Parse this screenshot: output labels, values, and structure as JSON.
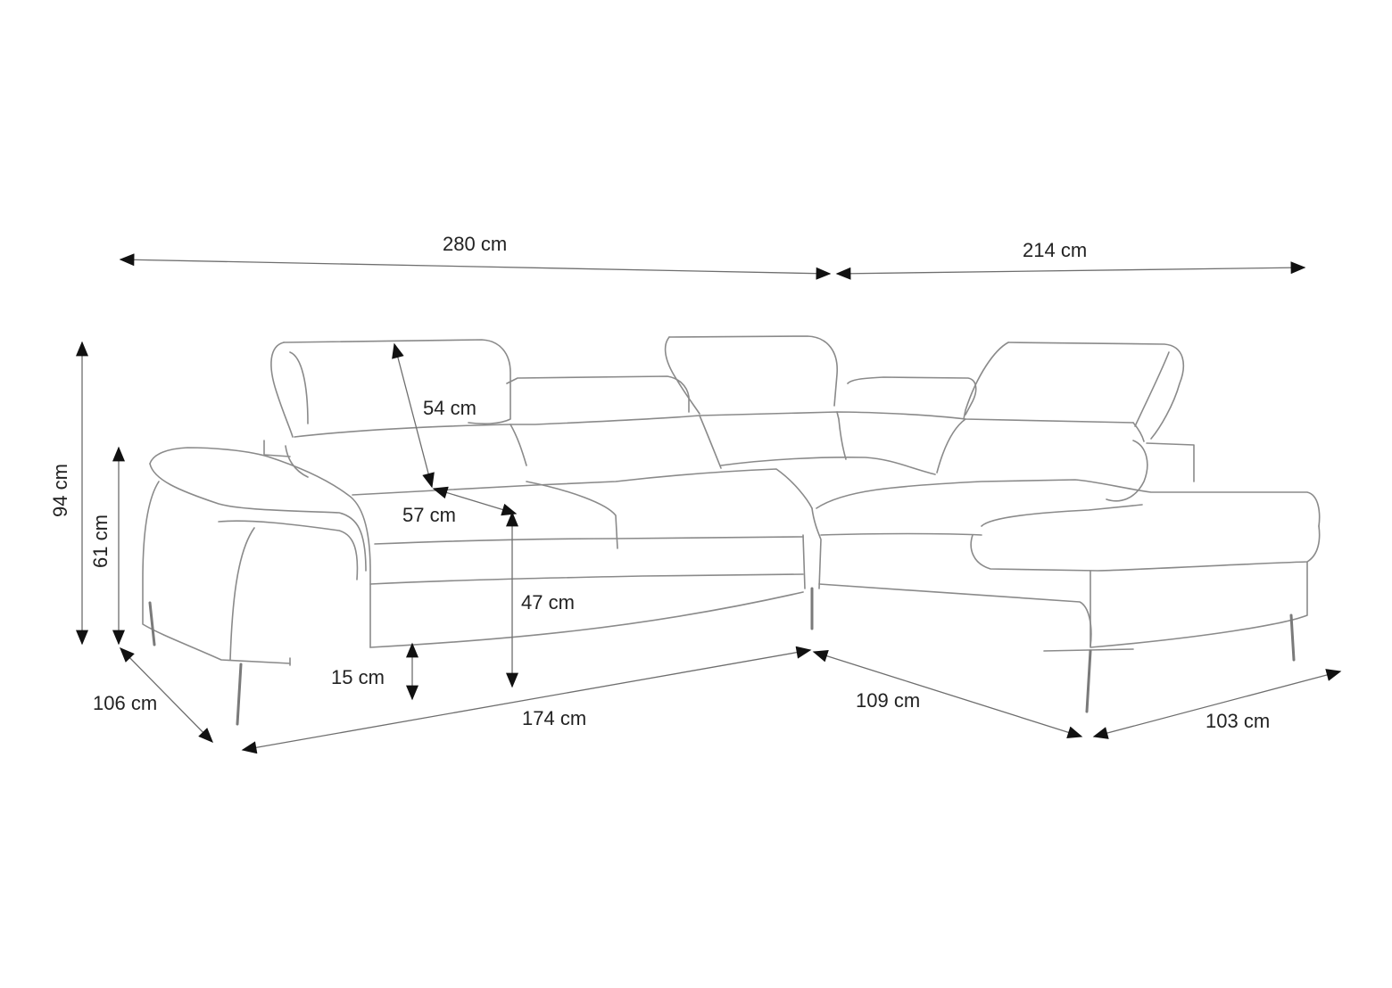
{
  "diagram": {
    "line_color": "#8a8a8a",
    "arrow_color": "#111111",
    "dimensions": {
      "total_width_left": "280 cm",
      "total_width_right": "214 cm",
      "total_height": "94 cm",
      "armrest_height": "61 cm",
      "depth": "106 cm",
      "headrest_height": "54 cm",
      "seat_depth": "57 cm",
      "seat_height": "47 cm",
      "leg_height": "15 cm",
      "front_width_left": "174 cm",
      "front_width_middle": "109 cm",
      "chaise_width": "103 cm"
    }
  }
}
